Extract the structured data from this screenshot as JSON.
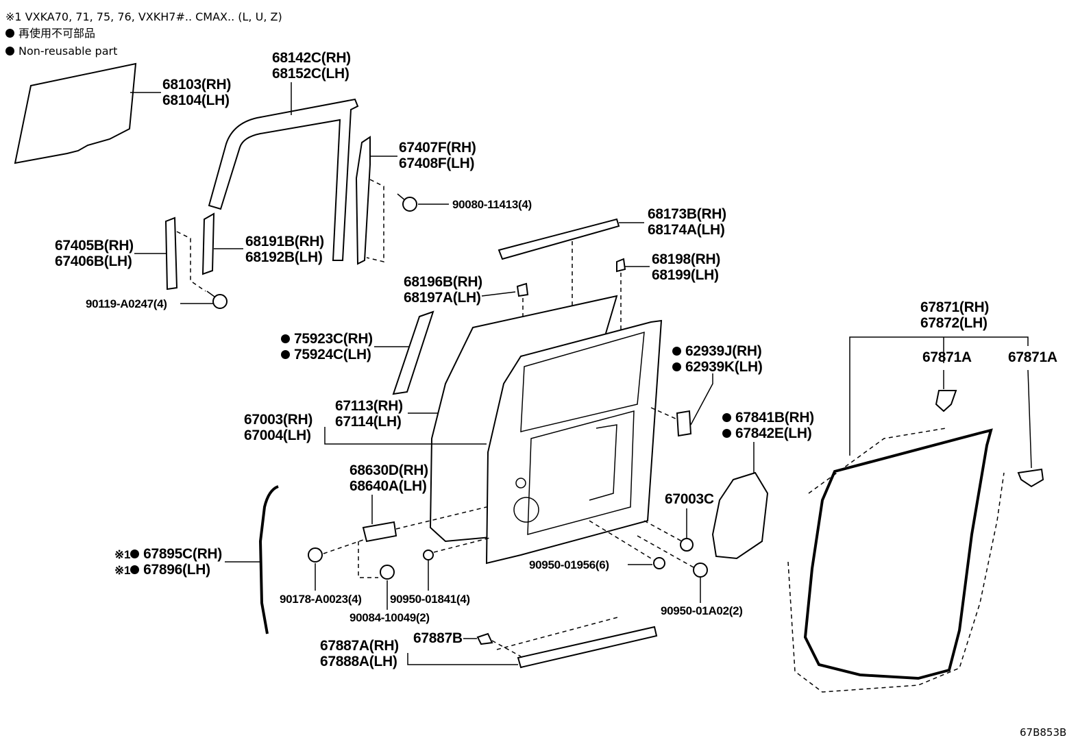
{
  "notes": {
    "applicability": "※1 VXKA70, 71, 75, 76, VXKH7#.. CMAX.. (L, U, Z)",
    "legend_jp": "再使用不可部品",
    "legend_en": "Non-reusable part"
  },
  "drawing_code": "67B853B",
  "callouts": {
    "glass_rh": "68103(RH)",
    "glass_lh": "68104(LH)",
    "run_rh": "68142C(RH)",
    "run_lh": "68152C(LH)",
    "sash_rear_rh": "67407F(RH)",
    "sash_rear_lh": "67408F(LH)",
    "bolt_a": "90080-11413(4)",
    "belt_rh": "68173B(RH)",
    "belt_lh": "68174A(LH)",
    "sash_front_rh": "67405B(RH)",
    "sash_front_lh": "67406B(LH)",
    "run_lower_rh": "68191B(RH)",
    "run_lower_lh": "68192B(LH)",
    "bracket_rh": "68198(RH)",
    "bracket_lh": "68199(LH)",
    "clip_a_rh": "68196B(RH)",
    "clip_a_lh": "68197A(LH)",
    "bolt_b": "90119-A0247(4)",
    "tape_rh": "75923C(RH)",
    "tape_lh": "75924C(LH)",
    "seal_small_rh": "62939J(RH)",
    "seal_small_lh": "62939K(LH)",
    "panel_outer_rh": "67113(RH)",
    "panel_outer_lh": "67114(LH)",
    "door_rh": "67003(RH)",
    "door_lh": "67004(LH)",
    "cover_rh": "67841B(RH)",
    "cover_lh": "67842E(LH)",
    "weather_rh": "67871(RH)",
    "weather_lh": "67872(LH)",
    "weather_clip_left": "67871A",
    "weather_clip_right": "67871A",
    "hinge_rh": "68630D(RH)",
    "hinge_lh": "68640A(LH)",
    "plug_c": "67003C",
    "seal_rh": "67895C(RH)",
    "seal_lh": "67896(LH)",
    "seal_prefix": "※1",
    "plug_6": "90950-01956(6)",
    "nut_hinge": "90178-A0023(4)",
    "plug_4": "90950-01841(4)",
    "plug_2": "90950-01A02(2)",
    "bolt_hinge": "90084-10049(2)",
    "clip_b": "67887B",
    "molding_rh": "67887A(RH)",
    "molding_lh": "67888A(LH)"
  }
}
